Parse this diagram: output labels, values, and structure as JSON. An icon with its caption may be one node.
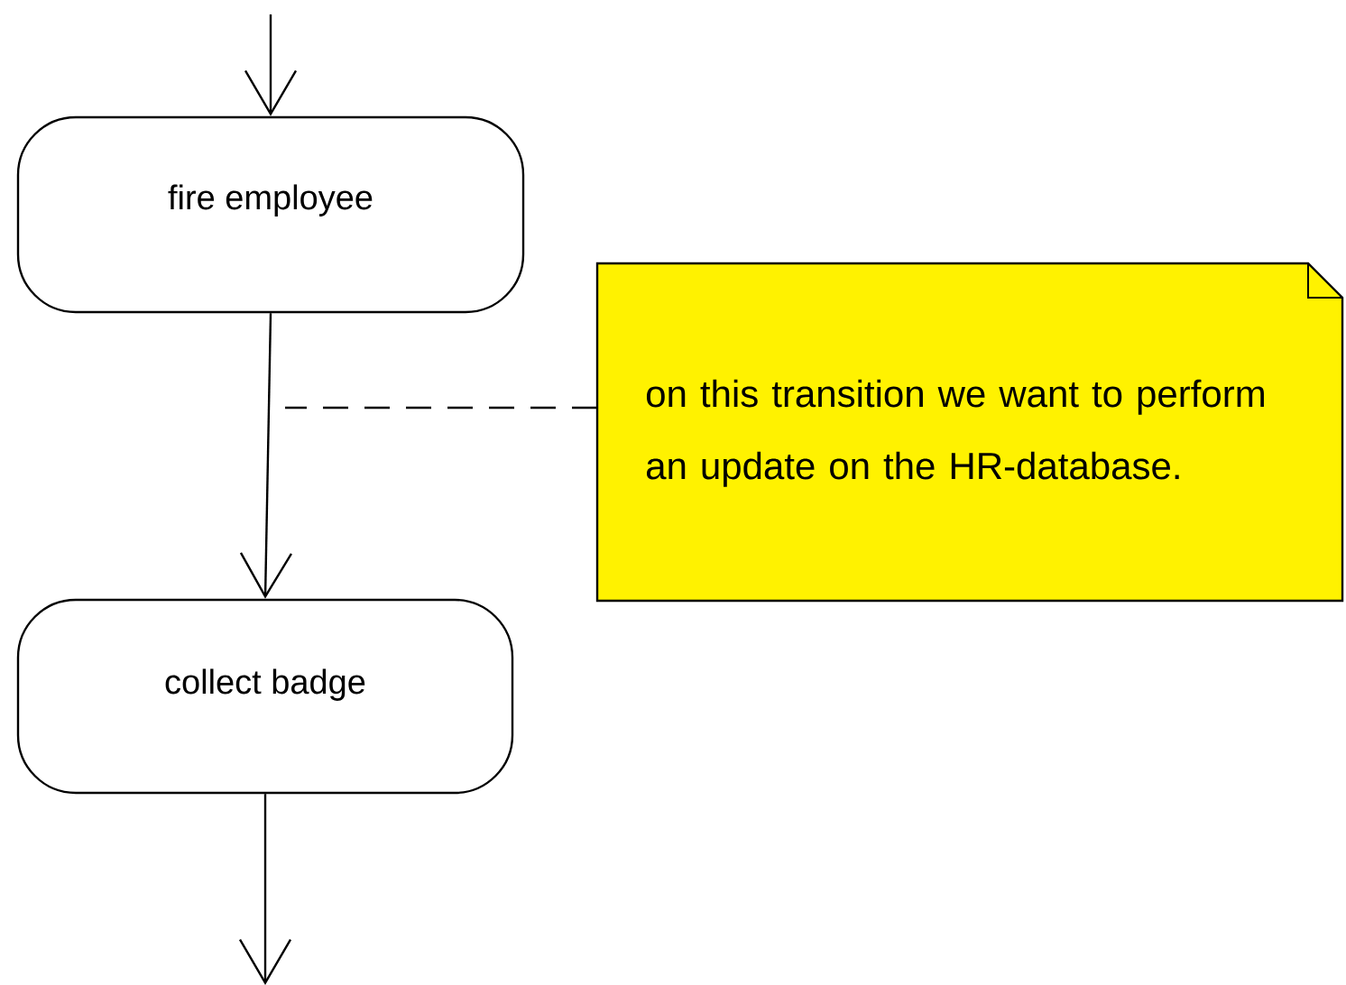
{
  "diagram": {
    "nodes": [
      {
        "text": [
          "fire employee"
        ]
      },
      {
        "text": [
          "collect badge"
        ]
      },
      {
        "text": [
          "on this transition we want to perform an update on the HR-database."
        ]
      }
    ],
    "edges": [
      {
        "from": null,
        "to": 0,
        "arrow": "to"
      },
      {
        "from": 0,
        "to": 1,
        "arrow": "to"
      },
      {
        "from": 1,
        "to": null,
        "arrow": "to"
      },
      {
        "from": 2,
        "to": null,
        "arrow": "none",
        "style": "dashed"
      }
    ]
  }
}
